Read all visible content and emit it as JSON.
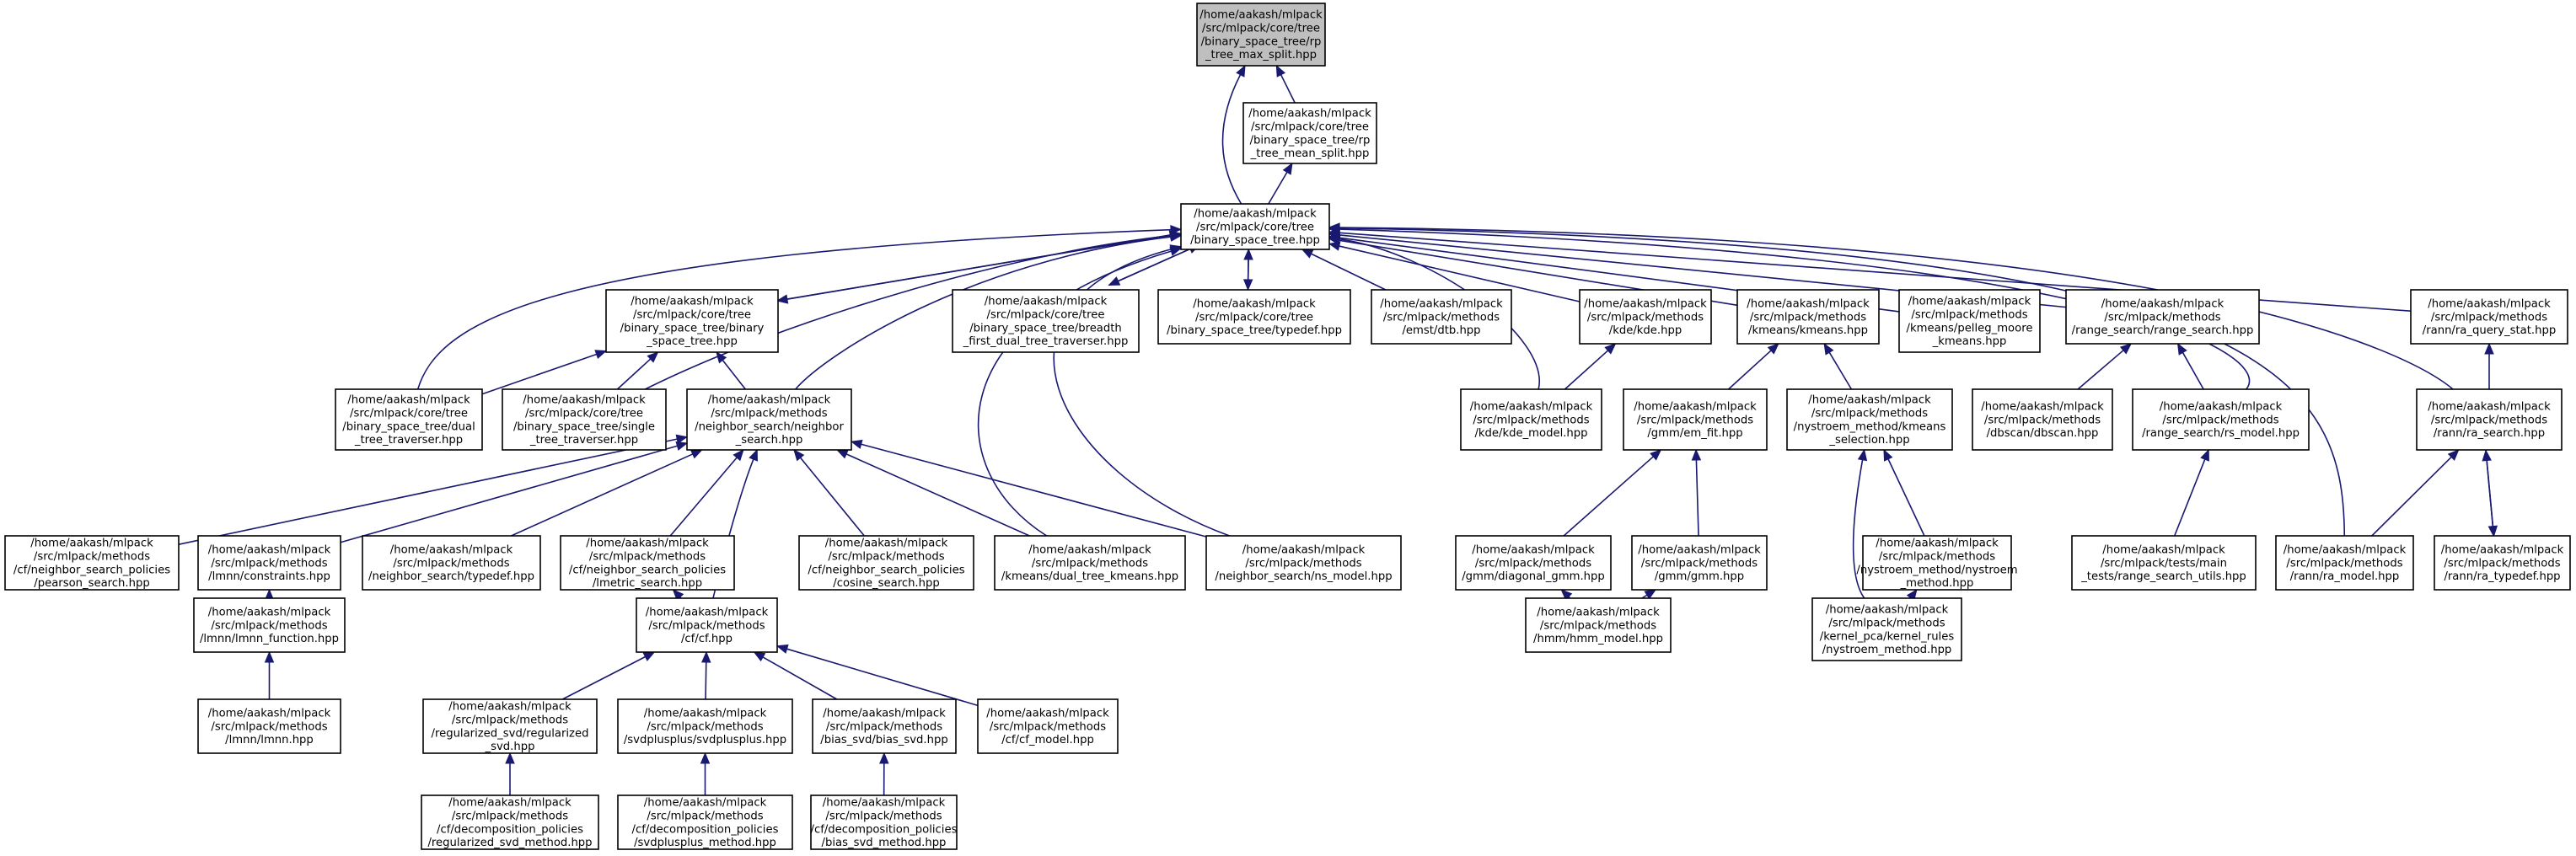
{
  "nodes": [
    {
      "id": "rp_tree_max_split",
      "root": true,
      "lines": [
        "/home/aakash/mlpack",
        "/src/mlpack/core/tree",
        "/binary_space_tree/rp",
        "_tree_max_split.hpp"
      ]
    },
    {
      "id": "rp_tree_mean_split",
      "lines": [
        "/home/aakash/mlpack",
        "/src/mlpack/core/tree",
        "/binary_space_tree/rp",
        "_tree_mean_split.hpp"
      ]
    },
    {
      "id": "binary_space_tree",
      "lines": [
        "/home/aakash/mlpack",
        "/src/mlpack/core/tree",
        "/binary_space_tree.hpp"
      ]
    },
    {
      "id": "bst_binary_space_tree",
      "lines": [
        "/home/aakash/mlpack",
        "/src/mlpack/core/tree",
        "/binary_space_tree/binary",
        "_space_tree.hpp"
      ]
    },
    {
      "id": "breadth_first",
      "lines": [
        "/home/aakash/mlpack",
        "/src/mlpack/core/tree",
        "/binary_space_tree/breadth",
        "_first_dual_tree_traverser.hpp"
      ]
    },
    {
      "id": "bst_typedef",
      "lines": [
        "/home/aakash/mlpack",
        "/src/mlpack/core/tree",
        "/binary_space_tree/typedef.hpp"
      ]
    },
    {
      "id": "dtb",
      "lines": [
        "/home/aakash/mlpack",
        "/src/mlpack/methods",
        "/emst/dtb.hpp"
      ]
    },
    {
      "id": "kde",
      "lines": [
        "/home/aakash/mlpack",
        "/src/mlpack/methods",
        "/kde/kde.hpp"
      ]
    },
    {
      "id": "kmeans",
      "lines": [
        "/home/aakash/mlpack",
        "/src/mlpack/methods",
        "/kmeans/kmeans.hpp"
      ]
    },
    {
      "id": "pelleg_moore",
      "lines": [
        "/home/aakash/mlpack",
        "/src/mlpack/methods",
        "/kmeans/pelleg_moore",
        "_kmeans.hpp"
      ]
    },
    {
      "id": "range_search",
      "lines": [
        "/home/aakash/mlpack",
        "/src/mlpack/methods",
        "/range_search/range_search.hpp"
      ]
    },
    {
      "id": "ra_query_stat",
      "lines": [
        "/home/aakash/mlpack",
        "/src/mlpack/methods",
        "/rann/ra_query_stat.hpp"
      ]
    },
    {
      "id": "dual_tree_traverser",
      "lines": [
        "/home/aakash/mlpack",
        "/src/mlpack/core/tree",
        "/binary_space_tree/dual",
        "_tree_traverser.hpp"
      ]
    },
    {
      "id": "single_tree_traverser",
      "lines": [
        "/home/aakash/mlpack",
        "/src/mlpack/core/tree",
        "/binary_space_tree/single",
        "_tree_traverser.hpp"
      ]
    },
    {
      "id": "neighbor_search",
      "lines": [
        "/home/aakash/mlpack",
        "/src/mlpack/methods",
        "/neighbor_search/neighbor",
        "_search.hpp"
      ]
    },
    {
      "id": "kde_model",
      "lines": [
        "/home/aakash/mlpack",
        "/src/mlpack/methods",
        "/kde/kde_model.hpp"
      ]
    },
    {
      "id": "em_fit",
      "lines": [
        "/home/aakash/mlpack",
        "/src/mlpack/methods",
        "/gmm/em_fit.hpp"
      ]
    },
    {
      "id": "kmeans_selection",
      "lines": [
        "/home/aakash/mlpack",
        "/src/mlpack/methods",
        "/nystroem_method/kmeans",
        "_selection.hpp"
      ]
    },
    {
      "id": "dbscan",
      "lines": [
        "/home/aakash/mlpack",
        "/src/mlpack/methods",
        "/dbscan/dbscan.hpp"
      ]
    },
    {
      "id": "rs_model",
      "lines": [
        "/home/aakash/mlpack",
        "/src/mlpack/methods",
        "/range_search/rs_model.hpp"
      ]
    },
    {
      "id": "ra_search",
      "lines": [
        "/home/aakash/mlpack",
        "/src/mlpack/methods",
        "/rann/ra_search.hpp"
      ]
    },
    {
      "id": "pearson_search",
      "lines": [
        "/home/aakash/mlpack",
        "/src/mlpack/methods",
        "/cf/neighbor_search_policies",
        "/pearson_search.hpp"
      ]
    },
    {
      "id": "lmnn_constraints",
      "lines": [
        "/home/aakash/mlpack",
        "/src/mlpack/methods",
        "/lmnn/constraints.hpp"
      ]
    },
    {
      "id": "ns_typedef",
      "lines": [
        "/home/aakash/mlpack",
        "/src/mlpack/methods",
        "/neighbor_search/typedef.hpp"
      ]
    },
    {
      "id": "lmetric_search",
      "lines": [
        "/home/aakash/mlpack",
        "/src/mlpack/methods",
        "/cf/neighbor_search_policies",
        "/lmetric_search.hpp"
      ]
    },
    {
      "id": "cosine_search",
      "lines": [
        "/home/aakash/mlpack",
        "/src/mlpack/methods",
        "/cf/neighbor_search_policies",
        "/cosine_search.hpp"
      ]
    },
    {
      "id": "dual_tree_kmeans",
      "lines": [
        "/home/aakash/mlpack",
        "/src/mlpack/methods",
        "/kmeans/dual_tree_kmeans.hpp"
      ]
    },
    {
      "id": "ns_model",
      "lines": [
        "/home/aakash/mlpack",
        "/src/mlpack/methods",
        "/neighbor_search/ns_model.hpp"
      ]
    },
    {
      "id": "diagonal_gmm",
      "lines": [
        "/home/aakash/mlpack",
        "/src/mlpack/methods",
        "/gmm/diagonal_gmm.hpp"
      ]
    },
    {
      "id": "gmm",
      "lines": [
        "/home/aakash/mlpack",
        "/src/mlpack/methods",
        "/gmm/gmm.hpp"
      ]
    },
    {
      "id": "nystroem_method",
      "lines": [
        "/home/aakash/mlpack",
        "/src/mlpack/methods",
        "/nystroem_method/nystroem",
        "_method.hpp"
      ]
    },
    {
      "id": "range_search_utils",
      "lines": [
        "/home/aakash/mlpack",
        "/src/mlpack/tests/main",
        "_tests/range_search_utils.hpp"
      ]
    },
    {
      "id": "ra_model",
      "lines": [
        "/home/aakash/mlpack",
        "/src/mlpack/methods",
        "/rann/ra_model.hpp"
      ]
    },
    {
      "id": "ra_typedef",
      "lines": [
        "/home/aakash/mlpack",
        "/src/mlpack/methods",
        "/rann/ra_typedef.hpp"
      ]
    },
    {
      "id": "lmnn_function",
      "lines": [
        "/home/aakash/mlpack",
        "/src/mlpack/methods",
        "/lmnn/lmnn_function.hpp"
      ]
    },
    {
      "id": "cf",
      "lines": [
        "/home/aakash/mlpack",
        "/src/mlpack/methods",
        "/cf/cf.hpp"
      ]
    },
    {
      "id": "hmm_model",
      "lines": [
        "/home/aakash/mlpack",
        "/src/mlpack/methods",
        "/hmm/hmm_model.hpp"
      ]
    },
    {
      "id": "kernel_rules_nystroem",
      "lines": [
        "/home/aakash/mlpack",
        "/src/mlpack/methods",
        "/kernel_pca/kernel_rules",
        "/nystroem_method.hpp"
      ]
    },
    {
      "id": "lmnn",
      "lines": [
        "/home/aakash/mlpack",
        "/src/mlpack/methods",
        "/lmnn/lmnn.hpp"
      ]
    },
    {
      "id": "regularized_svd",
      "lines": [
        "/home/aakash/mlpack",
        "/src/mlpack/methods",
        "/regularized_svd/regularized",
        "_svd.hpp"
      ]
    },
    {
      "id": "svdplusplus",
      "lines": [
        "/home/aakash/mlpack",
        "/src/mlpack/methods",
        "/svdplusplus/svdplusplus.hpp"
      ]
    },
    {
      "id": "bias_svd",
      "lines": [
        "/home/aakash/mlpack",
        "/src/mlpack/methods",
        "/bias_svd/bias_svd.hpp"
      ]
    },
    {
      "id": "cf_model",
      "lines": [
        "/home/aakash/mlpack",
        "/src/mlpack/methods",
        "/cf/cf_model.hpp"
      ]
    },
    {
      "id": "regularized_svd_method",
      "lines": [
        "/home/aakash/mlpack",
        "/src/mlpack/methods",
        "/cf/decomposition_policies",
        "/regularized_svd_method.hpp"
      ]
    },
    {
      "id": "svdplusplus_method",
      "lines": [
        "/home/aakash/mlpack",
        "/src/mlpack/methods",
        "/cf/decomposition_policies",
        "/svdplusplus_method.hpp"
      ]
    },
    {
      "id": "bias_svd_method",
      "lines": [
        "/home/aakash/mlpack",
        "/src/mlpack/methods",
        "/cf/decomposition_policies",
        "/bias_svd_method.hpp"
      ]
    }
  ],
  "edges": [
    {
      "from": "rp_tree_mean_split",
      "to": "rp_tree_max_split"
    },
    {
      "from": "binary_space_tree",
      "to": "rp_tree_max_split"
    },
    {
      "from": "binary_space_tree",
      "to": "rp_tree_mean_split"
    },
    {
      "from": "bst_binary_space_tree",
      "to": "binary_space_tree"
    },
    {
      "from": "binary_space_tree",
      "to": "bst_binary_space_tree"
    },
    {
      "from": "breadth_first",
      "to": "binary_space_tree"
    },
    {
      "from": "binary_space_tree",
      "to": "breadth_first"
    },
    {
      "from": "bst_typedef",
      "to": "binary_space_tree"
    },
    {
      "from": "binary_space_tree",
      "to": "bst_typedef"
    },
    {
      "from": "dtb",
      "to": "binary_space_tree"
    },
    {
      "from": "kde",
      "to": "binary_space_tree"
    },
    {
      "from": "kmeans",
      "to": "binary_space_tree"
    },
    {
      "from": "pelleg_moore",
      "to": "binary_space_tree"
    },
    {
      "from": "range_search",
      "to": "binary_space_tree"
    },
    {
      "from": "ra_query_stat",
      "to": "binary_space_tree"
    },
    {
      "from": "dual_tree_traverser",
      "to": "binary_space_tree"
    },
    {
      "from": "single_tree_traverser",
      "to": "binary_space_tree"
    },
    {
      "from": "neighbor_search",
      "to": "binary_space_tree"
    },
    {
      "from": "kde_model",
      "to": "binary_space_tree"
    },
    {
      "from": "rs_model",
      "to": "binary_space_tree"
    },
    {
      "from": "ra_search",
      "to": "binary_space_tree"
    },
    {
      "from": "dual_tree_kmeans",
      "to": "binary_space_tree"
    },
    {
      "from": "ns_model",
      "to": "binary_space_tree"
    },
    {
      "from": "ra_model",
      "to": "binary_space_tree"
    },
    {
      "from": "dual_tree_traverser",
      "to": "bst_binary_space_tree"
    },
    {
      "from": "single_tree_traverser",
      "to": "bst_binary_space_tree"
    },
    {
      "from": "neighbor_search",
      "to": "bst_binary_space_tree"
    },
    {
      "from": "kde_model",
      "to": "kde"
    },
    {
      "from": "em_fit",
      "to": "kmeans"
    },
    {
      "from": "kmeans_selection",
      "to": "kmeans"
    },
    {
      "from": "dbscan",
      "to": "range_search"
    },
    {
      "from": "rs_model",
      "to": "range_search"
    },
    {
      "from": "ra_search",
      "to": "ra_query_stat"
    },
    {
      "from": "pearson_search",
      "to": "neighbor_search"
    },
    {
      "from": "lmnn_constraints",
      "to": "neighbor_search"
    },
    {
      "from": "ns_typedef",
      "to": "neighbor_search"
    },
    {
      "from": "lmetric_search",
      "to": "neighbor_search"
    },
    {
      "from": "cosine_search",
      "to": "neighbor_search"
    },
    {
      "from": "dual_tree_kmeans",
      "to": "neighbor_search"
    },
    {
      "from": "ns_model",
      "to": "neighbor_search"
    },
    {
      "from": "cf",
      "to": "neighbor_search"
    },
    {
      "from": "diagonal_gmm",
      "to": "em_fit"
    },
    {
      "from": "gmm",
      "to": "em_fit"
    },
    {
      "from": "nystroem_method",
      "to": "kmeans_selection"
    },
    {
      "from": "kernel_rules_nystroem",
      "to": "kmeans_selection"
    },
    {
      "from": "range_search_utils",
      "to": "rs_model"
    },
    {
      "from": "ra_model",
      "to": "ra_search"
    },
    {
      "from": "ra_typedef",
      "to": "ra_search"
    },
    {
      "from": "ra_search",
      "to": "ra_typedef"
    },
    {
      "from": "lmnn_function",
      "to": "lmnn_constraints"
    },
    {
      "from": "cf",
      "to": "lmetric_search"
    },
    {
      "from": "hmm_model",
      "to": "diagonal_gmm"
    },
    {
      "from": "hmm_model",
      "to": "gmm"
    },
    {
      "from": "kernel_rules_nystroem",
      "to": "nystroem_method"
    },
    {
      "from": "lmnn",
      "to": "lmnn_function"
    },
    {
      "from": "regularized_svd",
      "to": "cf"
    },
    {
      "from": "svdplusplus",
      "to": "cf"
    },
    {
      "from": "bias_svd",
      "to": "cf"
    },
    {
      "from": "cf_model",
      "to": "cf"
    },
    {
      "from": "regularized_svd_method",
      "to": "regularized_svd"
    },
    {
      "from": "svdplusplus_method",
      "to": "svdplusplus"
    },
    {
      "from": "bias_svd_method",
      "to": "bias_svd"
    }
  ]
}
